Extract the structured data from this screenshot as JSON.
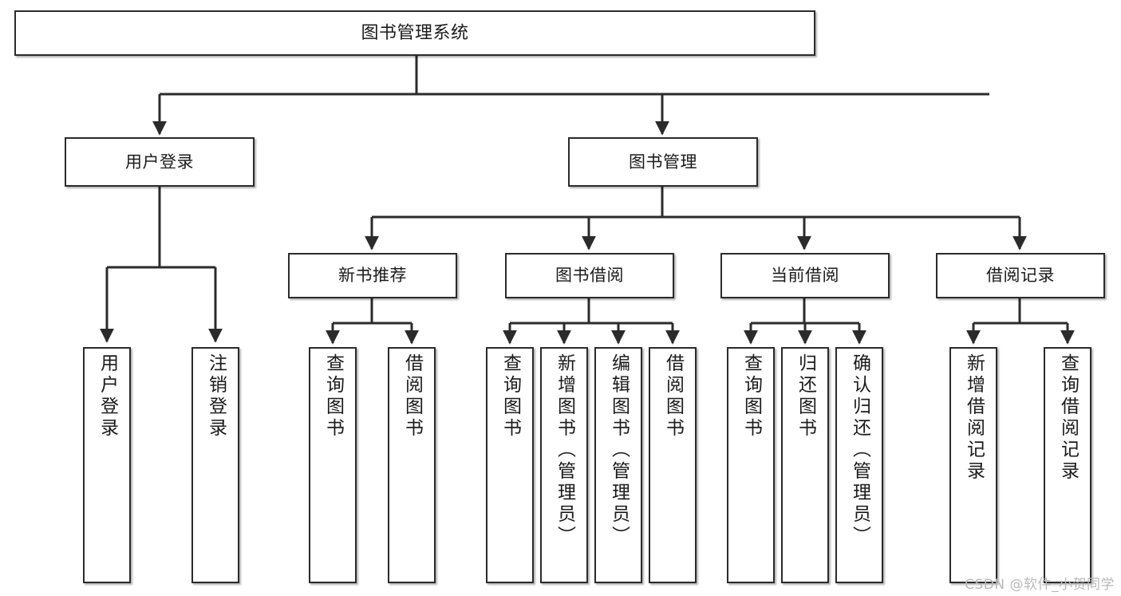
{
  "diagram": {
    "type": "tree",
    "title": "图书管理系统",
    "root": {
      "label": "图书管理系统"
    },
    "level1": [
      {
        "label": "用户登录"
      },
      {
        "label": "图书管理"
      }
    ],
    "level2": [
      {
        "label": "新书推荐"
      },
      {
        "label": "图书借阅"
      },
      {
        "label": "当前借阅"
      },
      {
        "label": "借阅记录"
      }
    ],
    "leaves": {
      "user_login": [
        {
          "label": "用户登录"
        },
        {
          "label": "注销登录"
        }
      ],
      "new_book_recommend": [
        {
          "label": "查询图书"
        },
        {
          "label": "借阅图书"
        }
      ],
      "book_borrow": [
        {
          "label": "查询图书"
        },
        {
          "label": "新增图书（管理员）"
        },
        {
          "label": "编辑图书（管理员）"
        },
        {
          "label": "借阅图书"
        }
      ],
      "current_borrow": [
        {
          "label": "查询图书"
        },
        {
          "label": "归还图书"
        },
        {
          "label": "确认归还（管理员）"
        }
      ],
      "borrow_record": [
        {
          "label": "新增借阅记录"
        },
        {
          "label": "查询借阅记录"
        }
      ]
    }
  },
  "watermark": {
    "text": "CSDN @软件_小贺同学"
  },
  "colors": {
    "stroke": "#2b2b2b",
    "box_fill": "#ffffff",
    "text": "#1a1a1a",
    "watermark": "#b9b9b9",
    "background": "#ffffff"
  }
}
